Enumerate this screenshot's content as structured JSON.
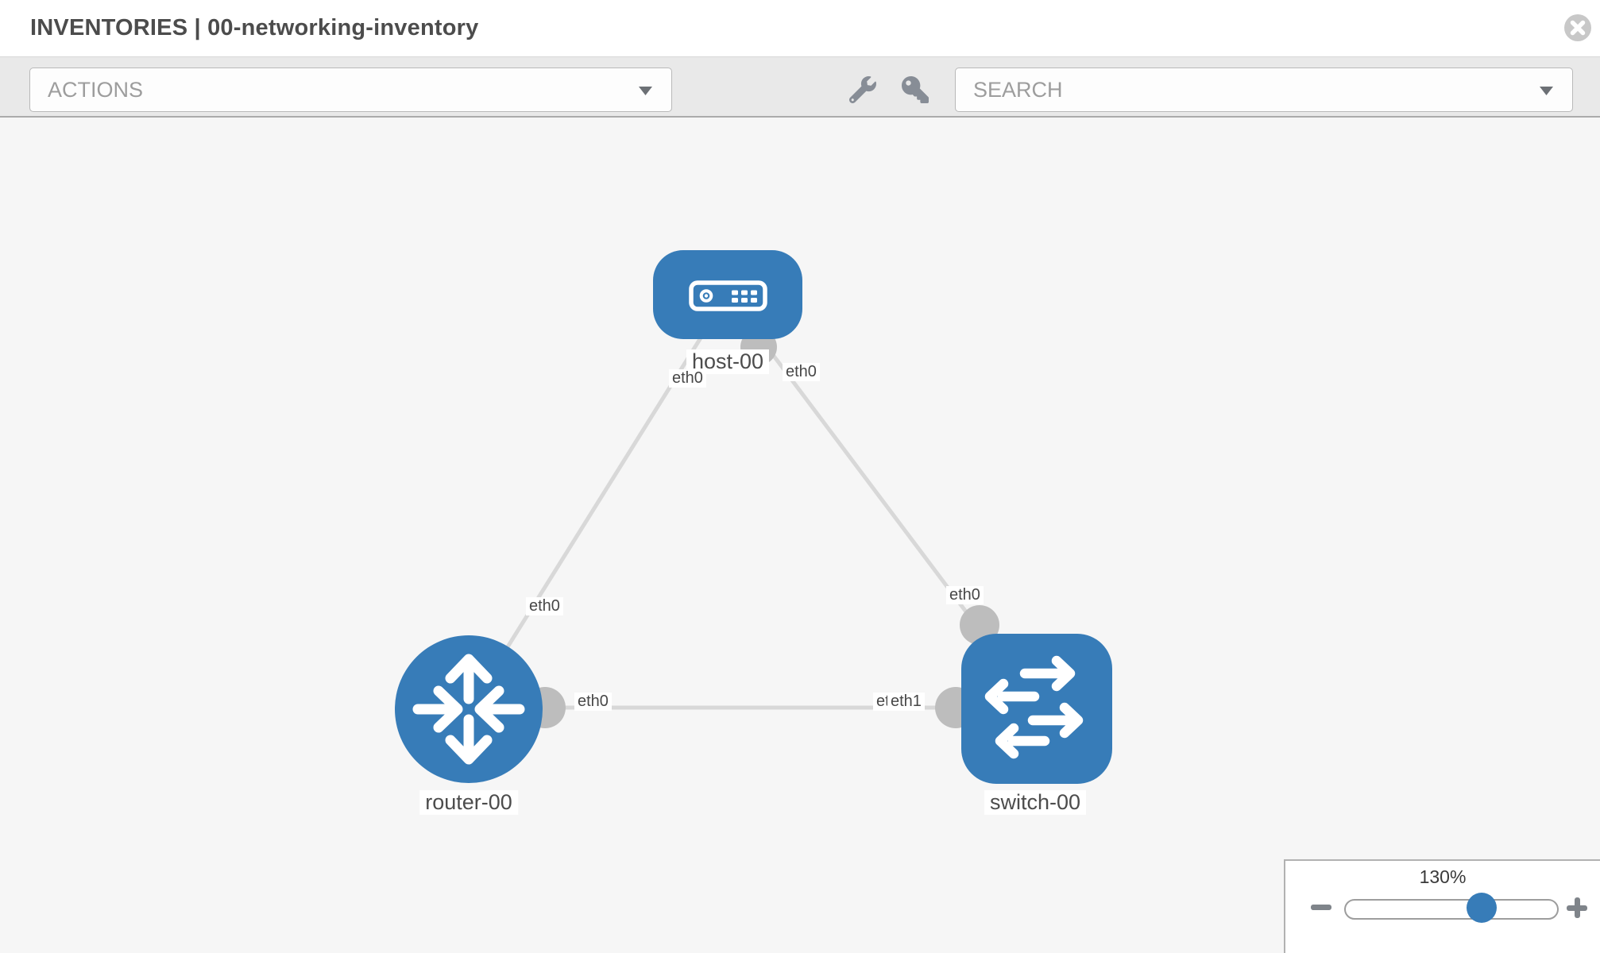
{
  "window": {
    "title": "INVENTORIES | 00-networking-inventory"
  },
  "toolbar": {
    "actions_label": "ACTIONS",
    "search_placeholder": "SEARCH"
  },
  "zoom_control": {
    "level": "130%"
  },
  "topology": {
    "nodes": [
      {
        "label": "host-00",
        "type": "host"
      },
      {
        "label": "router-00",
        "type": "router"
      },
      {
        "label": "switch-00",
        "type": "switch"
      }
    ],
    "links": [
      {
        "from": "host-00",
        "to": "router-00",
        "from_interface": "eth0",
        "to_interface": "eth0"
      },
      {
        "from": "host-00",
        "to": "switch-00",
        "from_interface": "eth0",
        "to_interface": "eth0"
      },
      {
        "from": "router-00",
        "to": "switch-00",
        "from_interface": "eth0",
        "to_interface": "eth1",
        "overlapped_interface": "eth0"
      }
    ]
  },
  "icons": [
    "close-icon",
    "wrench-icon",
    "key-icon",
    "caret-down-icon",
    "minus-icon",
    "plus-icon",
    "host-icon",
    "router-icon",
    "switch-icon"
  ],
  "colors": {
    "node_blue": "#377cb8",
    "link_gray": "#d8d8d8",
    "connector_gray": "#bdbdbd",
    "canvas_bg": "#f6f6f6",
    "toolbar_bg": "#e9e9e9",
    "icon_gray": "#878d96"
  }
}
